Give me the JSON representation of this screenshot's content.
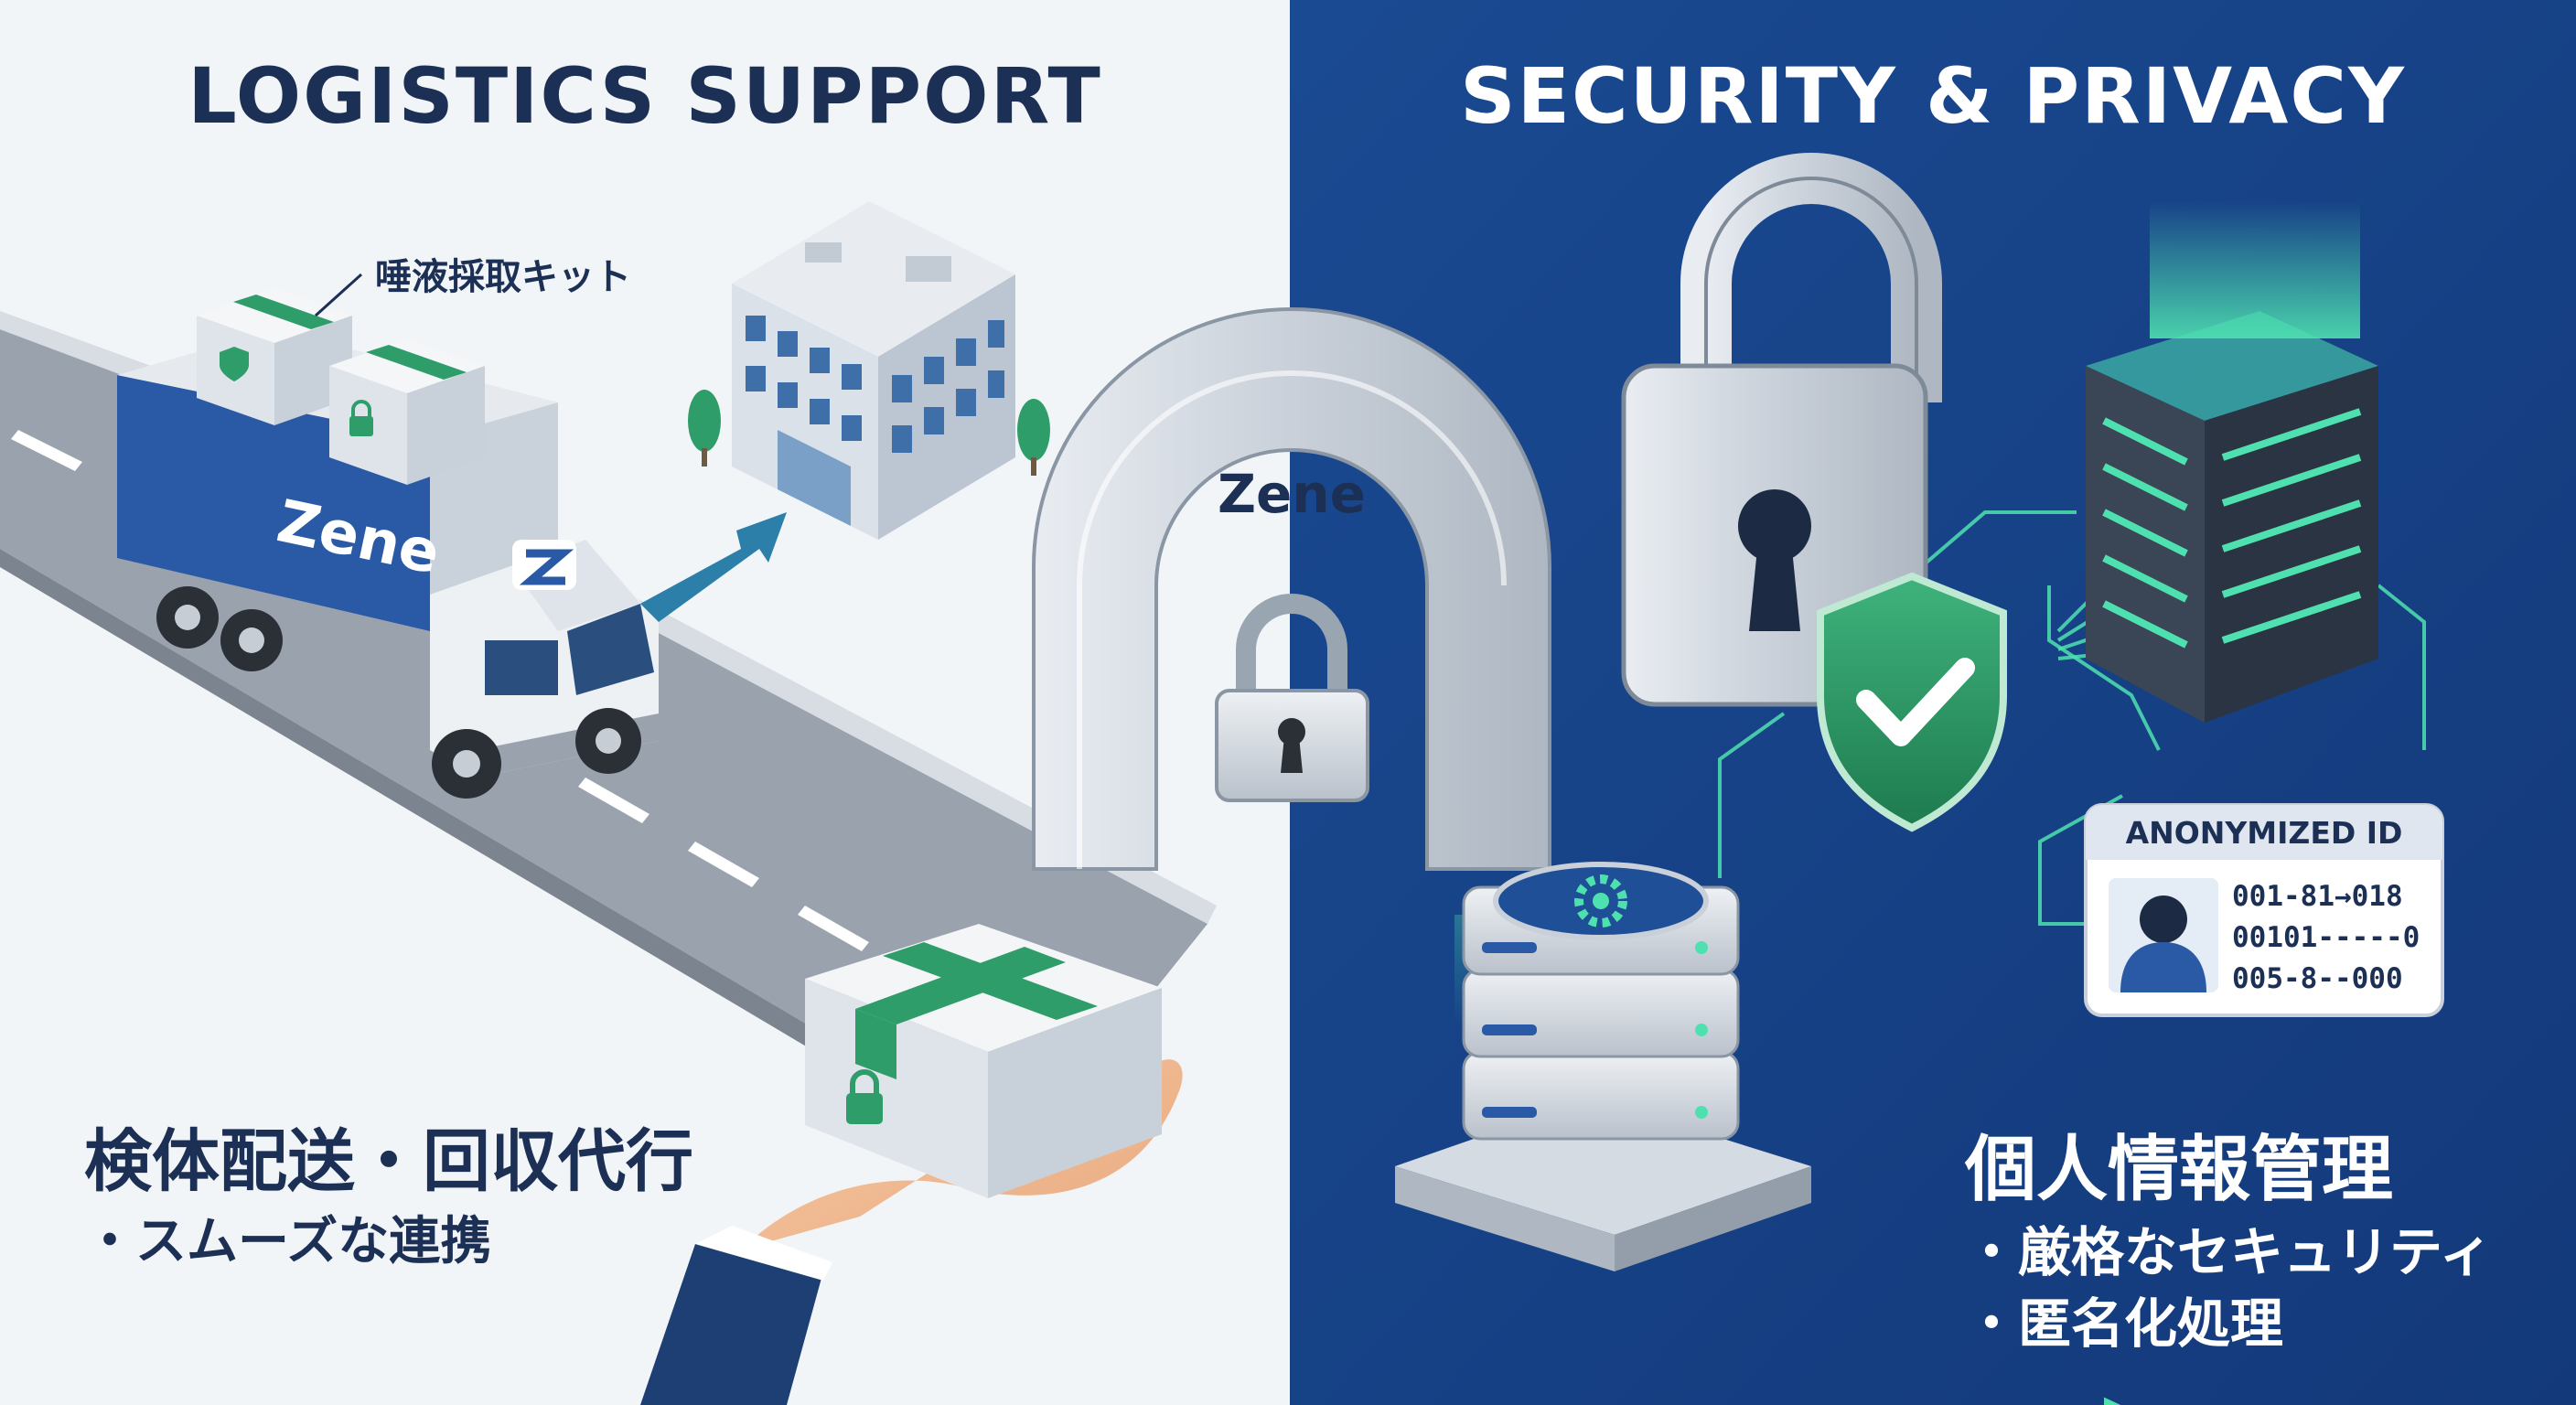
{
  "left_panel": {
    "title": "LOGISTICS SUPPORT",
    "kit_label": "唾液採取キット",
    "truck_brand": "Zene",
    "heading": "検体配送・回収代行",
    "bullet1": "・スムーズな連携"
  },
  "center": {
    "gate_brand": "Zene"
  },
  "right_panel": {
    "title": "SECURITY & PRIVACY",
    "id_card": {
      "title": "ANONYMIZED ID",
      "lines": [
        "001-81→018",
        "00101-----0",
        "005-8--000"
      ]
    },
    "heading": "個人情報管理",
    "bullet1": "・厳格なセキュリティ",
    "bullet2": "・匿名化処理"
  },
  "colors": {
    "navy": "#1c2f55",
    "blue_bg": "#1f4f96",
    "green": "#2f9d6a",
    "teal": "#4fe0b0",
    "light_bg": "#f2f5f8"
  },
  "icons": [
    "truck-icon",
    "building-icon",
    "arrow-icon",
    "gate-arch-icon",
    "padlock-icon",
    "shield-check-icon",
    "server-tower-icon",
    "server-stack-icon",
    "id-card-icon",
    "box-icon",
    "hand-icon"
  ]
}
